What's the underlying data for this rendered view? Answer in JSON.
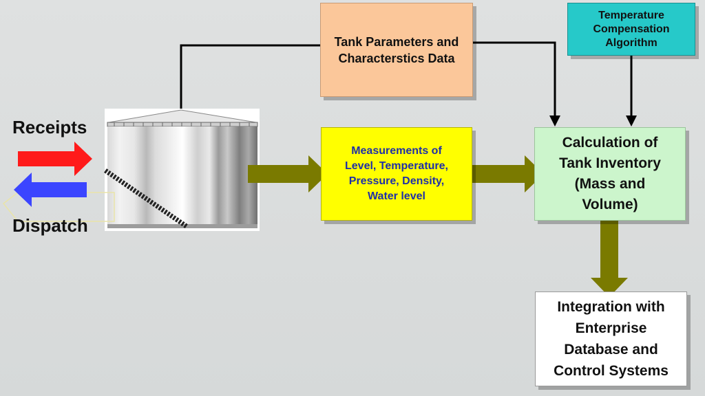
{
  "labels": {
    "receipts": "Receipts",
    "dispatch": "Dispatch"
  },
  "boxes": {
    "params": [
      "Tank Parameters and",
      "Characterstics Data"
    ],
    "temp": [
      "Temperature",
      "Compensation",
      "Algorithm"
    ],
    "meas": [
      "Measurements of",
      "Level, Temperature,",
      "Pressure, Density,",
      "Water level"
    ],
    "calc": [
      "Calculation of",
      "Tank Inventory",
      "(Mass and",
      "Volume)"
    ],
    "integ": [
      "Integration with",
      "Enterprise",
      "Database and",
      "Control Systems"
    ]
  },
  "colors": {
    "receipts_arrow": "#ff1a1a",
    "dispatch_arrow": "#3b45ff",
    "flow_arrow": "#7a7a00",
    "params_fill": "#fbc79a",
    "temp_fill": "#26c9c9",
    "meas_fill": "#ffff00",
    "meas_text": "#1f2fa8",
    "calc_fill": "#ccf5cc",
    "integ_fill": "#ffffff"
  },
  "icons": {
    "tank": "storage-tank-icon"
  }
}
